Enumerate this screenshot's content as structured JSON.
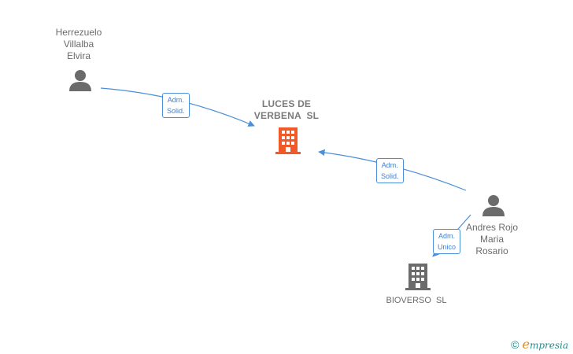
{
  "nodes": {
    "person_1": {
      "label_lines": [
        "Herrezuelo",
        "Villalba",
        "Elvira"
      ],
      "icon": "person-icon"
    },
    "company_main": {
      "label_lines": [
        "LUCES DE",
        "VERBENA  SL"
      ],
      "icon": "building-icon",
      "color": "#f05a28"
    },
    "person_2": {
      "label_lines": [
        "Andres Rojo",
        "Maria",
        "Rosario"
      ],
      "icon": "person-icon"
    },
    "company_2": {
      "label_lines": [
        "BIOVERSO  SL"
      ],
      "icon": "building-icon",
      "color": "#6b6b6b"
    }
  },
  "edges": [
    {
      "from": "person_1",
      "to": "company_main",
      "label_lines": [
        "Adm.",
        "Solid."
      ]
    },
    {
      "from": "person_2",
      "to": "company_main",
      "label_lines": [
        "Adm.",
        "Solid."
      ]
    },
    {
      "from": "person_2",
      "to": "company_2",
      "label_lines": [
        "Adm.",
        "Unico"
      ]
    }
  ],
  "colors": {
    "edge": "#4a8fd9",
    "person": "#6b6b6b"
  },
  "watermark": {
    "symbol": "©",
    "brand_first": "e",
    "brand_rest": "mpresia"
  }
}
